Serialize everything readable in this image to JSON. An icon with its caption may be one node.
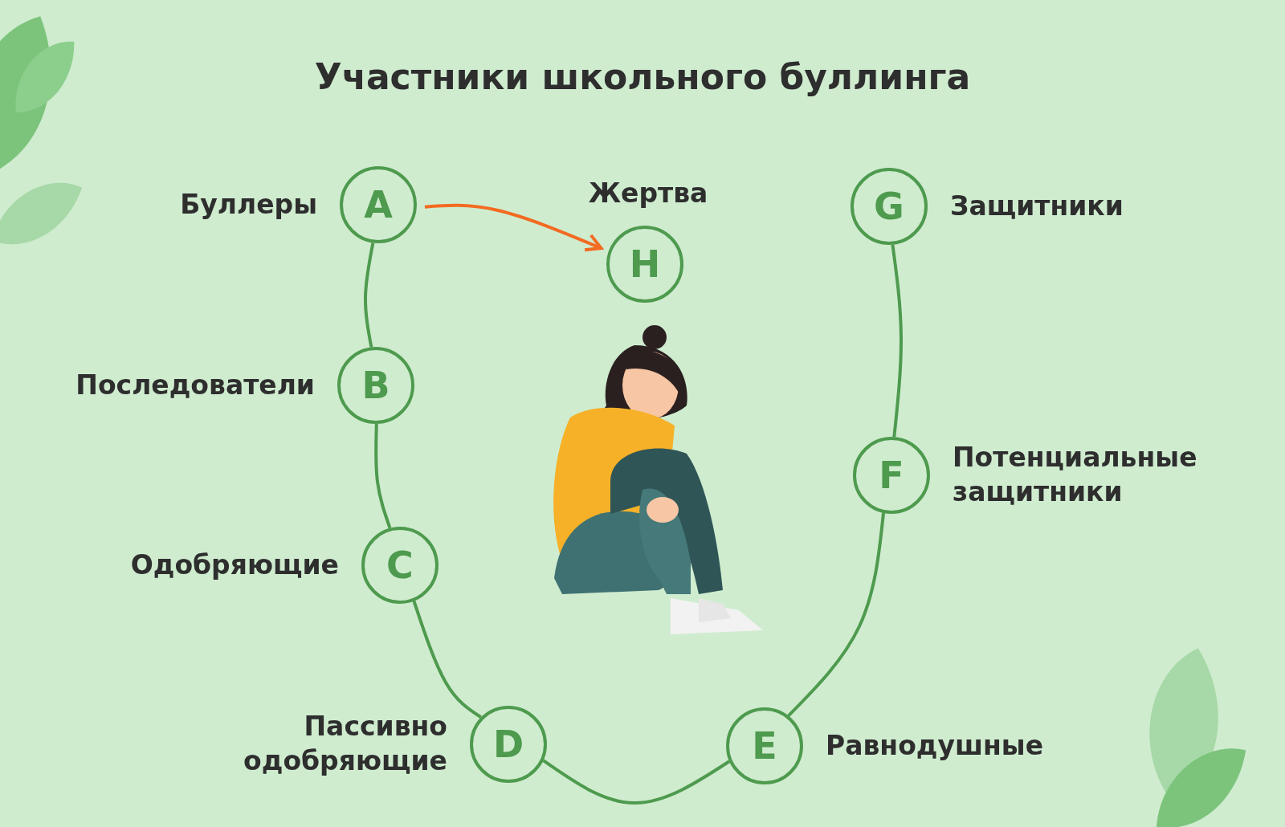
{
  "diagram": {
    "title": "Участники школьного буллинга",
    "nodes": [
      {
        "text": [
          "A"
        ],
        "beside": [
          "Буллеры"
        ]
      },
      {
        "text": [
          "B"
        ],
        "beside": [
          "Последователи"
        ]
      },
      {
        "text": [
          "C"
        ],
        "beside": [
          "Одобряющие"
        ]
      },
      {
        "text": [
          "D"
        ],
        "beside": [
          "Пассивно одобряющие"
        ]
      },
      {
        "text": [
          "E"
        ],
        "beside": [
          "Равнодушные"
        ]
      },
      {
        "text": [
          "F"
        ],
        "beside": [
          "Потенциальные защитники"
        ]
      },
      {
        "text": [
          "G"
        ],
        "beside": [
          "Защитники"
        ]
      },
      {
        "text": [
          "H"
        ],
        "beside": [
          "Жертва"
        ]
      }
    ],
    "edges": [
      {
        "from": 0,
        "to": 1,
        "arrow": "none"
      },
      {
        "from": 1,
        "to": 2,
        "arrow": "none"
      },
      {
        "from": 2,
        "to": 3,
        "arrow": "none"
      },
      {
        "from": 3,
        "to": 4,
        "arrow": "none"
      },
      {
        "from": 4,
        "to": 5,
        "arrow": "none"
      },
      {
        "from": 5,
        "to": 6,
        "arrow": "none"
      },
      {
        "from": 0,
        "to": 7,
        "arrow": "to",
        "color": "#f26b21"
      }
    ]
  }
}
